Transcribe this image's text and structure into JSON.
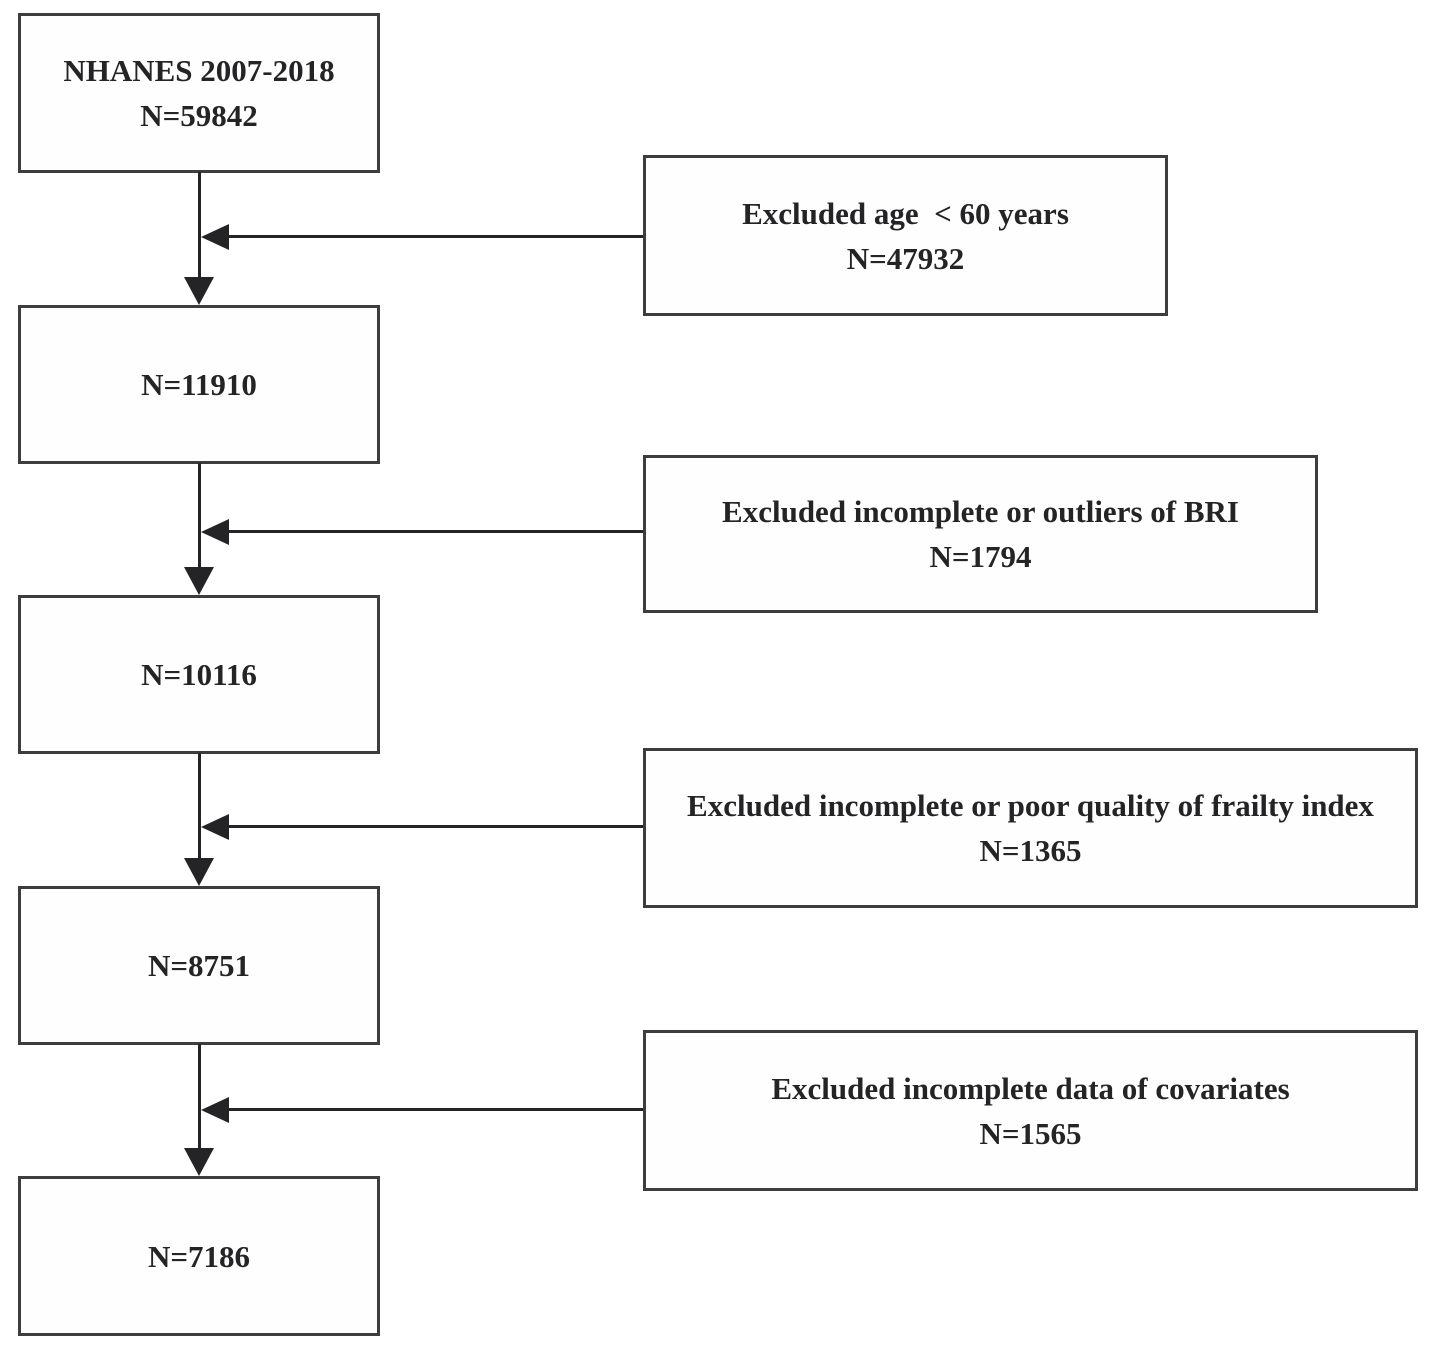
{
  "diagram": {
    "cohort_boxes": [
      {
        "lines": [
          "NHANES 2007-2018",
          "N=59842"
        ]
      },
      {
        "lines": [
          "N=11910"
        ]
      },
      {
        "lines": [
          "N=10116"
        ]
      },
      {
        "lines": [
          "N=8751"
        ]
      },
      {
        "lines": [
          "N=7186"
        ]
      }
    ],
    "exclusion_boxes": [
      {
        "label": "Excluded age  < 60 years",
        "n": "N=47932"
      },
      {
        "label": "Excluded incomplete or outliers of BRI",
        "n": "N=1794"
      },
      {
        "label": "Excluded incomplete or poor quality of frailty index",
        "n": "N=1365"
      },
      {
        "label": "Excluded incomplete data of covariates",
        "n": "N=1565"
      }
    ],
    "colors": {
      "box_border": "#3d3d3f",
      "arrow": "#242426",
      "text": "#242426",
      "background": "#ffffff"
    }
  }
}
